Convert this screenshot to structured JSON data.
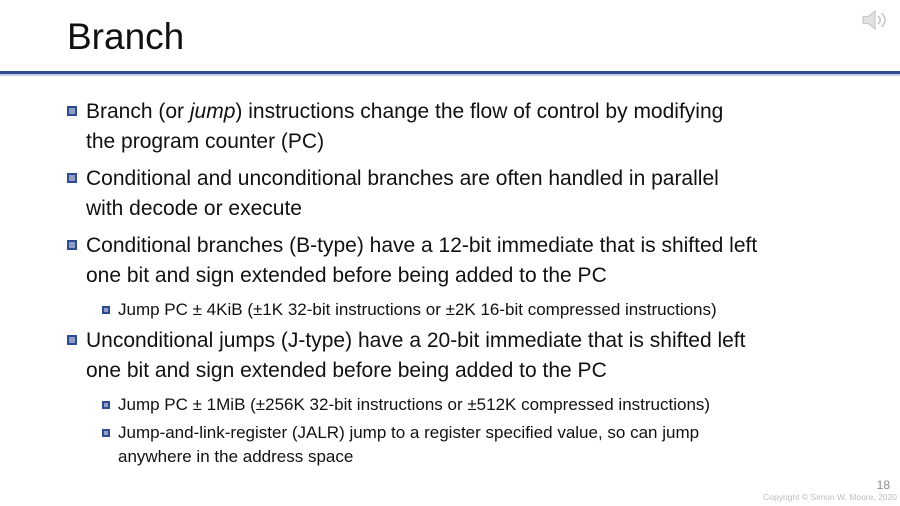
{
  "slide": {
    "title": "Branch",
    "page_number": "18",
    "copyright": "Copyright © Simon W. Moore, 2020"
  },
  "icons": {
    "audio": "speaker-icon",
    "bullet": "bullet-square-icon"
  },
  "body": {
    "bullets": [
      {
        "level": 1,
        "lines": [
          {
            "pre": "Branch (or ",
            "em": "jump",
            "post": ") instructions change the flow of control by modifying"
          },
          {
            "text": "the program counter (PC)"
          }
        ]
      },
      {
        "level": 1,
        "lines": [
          {
            "text": "Conditional and unconditional branches are often handled in parallel"
          },
          {
            "text": "with decode or execute"
          }
        ]
      },
      {
        "level": 1,
        "lines": [
          {
            "text": "Conditional branches (B-type) have a 12-bit immediate that is shifted left"
          },
          {
            "text": "one bit and sign extended before being added to the PC"
          }
        ]
      },
      {
        "level": 2,
        "lines": [
          {
            "text": "Jump PC ± 4KiB (±1K 32-bit instructions or ±2K 16-bit compressed instructions)"
          }
        ]
      },
      {
        "level": 1,
        "lines": [
          {
            "text": "Unconditional jumps (J-type) have a 20-bit immediate that is shifted left"
          },
          {
            "text": "one bit and sign extended before being added to the PC"
          }
        ]
      },
      {
        "level": 2,
        "lines": [
          {
            "text": "Jump PC ± 1MiB (±256K 32-bit instructions or ±512K compressed instructions)"
          }
        ]
      },
      {
        "level": 2,
        "lines": [
          {
            "text": "Jump-and-link-register (JALR) jump to a register specified value, so can jump"
          },
          {
            "text": "anywhere in the address space"
          }
        ]
      }
    ]
  },
  "colors": {
    "accent_dark": "#2E4C8F",
    "accent_light": "#C3CCE8",
    "bullet_fill": "#8F9DC7",
    "text": "#111111",
    "footer_gray": "#8C8C8C",
    "copyright_gray": "#BDBDBD",
    "speaker_gray": "#C9C9C9"
  }
}
